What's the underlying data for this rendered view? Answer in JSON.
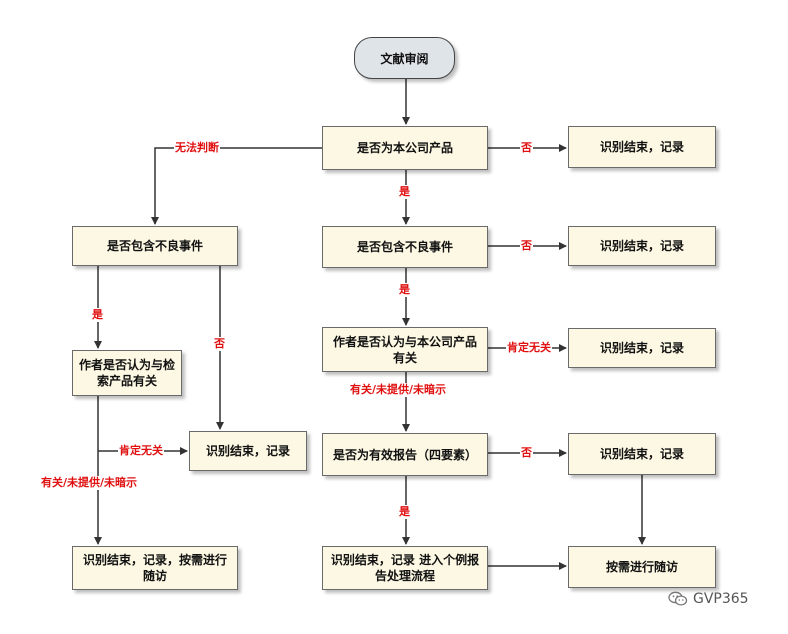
{
  "nodes": {
    "start": "文献审阅",
    "q_company": "是否为本公司产品",
    "end_top": "识别结束，记录",
    "q_adverse_left": "是否包含不良事件",
    "q_adverse_right": "是否包含不良事件",
    "end_adverse_right": "识别结束，记录",
    "q_author_left": "作者是否认为与检索产品有关",
    "q_author_right": "作者是否认为与本公司产品有关",
    "end_author_right": "识别结束，记录",
    "end_left_mid": "识别结束，记录",
    "q_valid": "是否为有效报告（四要素）",
    "end_valid": "识别结束，记录",
    "end_left_bottom": "识别结束，记录，按需进行随访",
    "end_case": "识别结束，记录 进入个例报告处理流程",
    "followup": "按需进行随访"
  },
  "labels": {
    "cannot_judge": "无法判断",
    "no": "否",
    "yes": "是",
    "definitely_unrelated": "肯定无关",
    "related_not_provided": "有关/未提供/未暗示"
  },
  "watermark": {
    "icon": "wechat-icon",
    "text": "GVP365"
  },
  "colors": {
    "box_fill": "#fcf8e3",
    "start_fill": "#dfe4e8",
    "label_red": "#e01010",
    "line": "#333333"
  }
}
